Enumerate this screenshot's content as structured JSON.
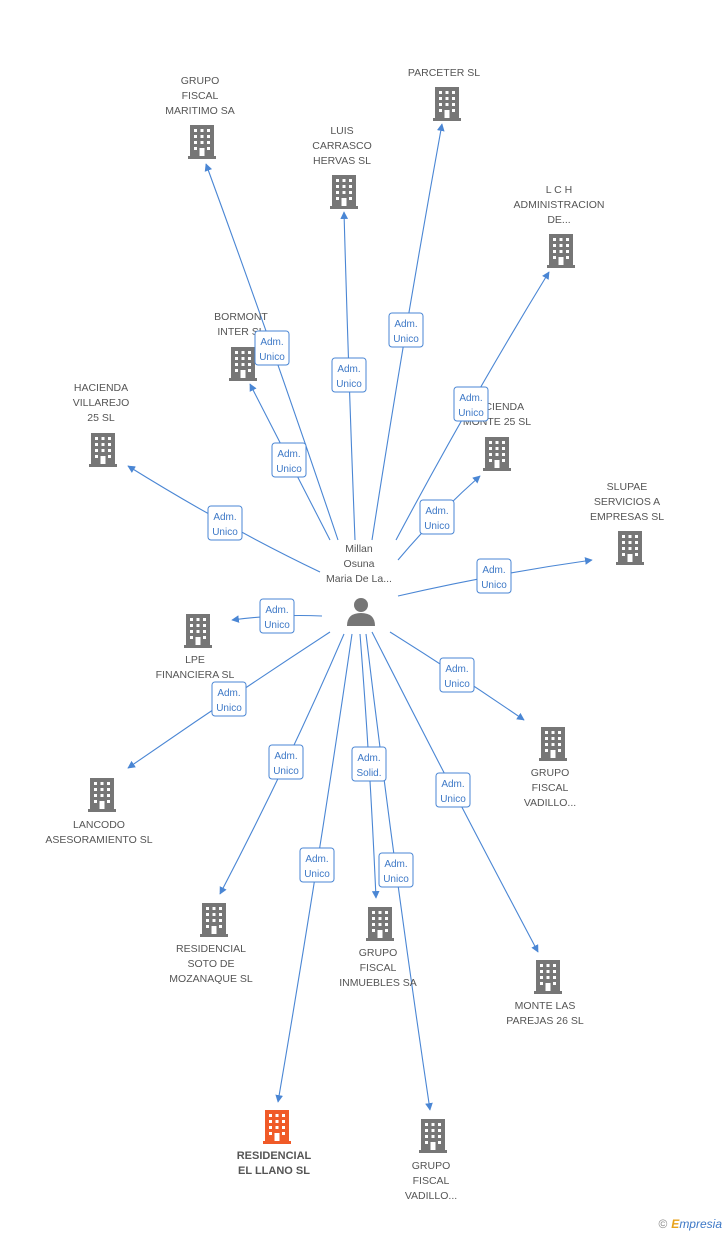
{
  "center": {
    "name_lines": [
      "Millan",
      "Osuna",
      "Maria De La..."
    ],
    "icon": "person-icon"
  },
  "colors": {
    "edge": "#4a86d4",
    "building": "#767676",
    "highlight": "#f05a28"
  },
  "nodes": [
    {
      "id": "grupo-fiscal-maritimo",
      "lines": [
        "GRUPO",
        "FISCAL",
        "MARITIMO SA"
      ],
      "highlight": false
    },
    {
      "id": "parceter",
      "lines": [
        "PARCETER SL"
      ],
      "highlight": false
    },
    {
      "id": "luis-carrasco",
      "lines": [
        "LUIS",
        "CARRASCO",
        "HERVAS SL"
      ],
      "highlight": false
    },
    {
      "id": "lch-administracion",
      "lines": [
        "L C H",
        "ADMINISTRACION",
        "DE..."
      ],
      "highlight": false
    },
    {
      "id": "bormont-inter",
      "lines": [
        "BORMONT",
        "INTER SL"
      ],
      "highlight": false
    },
    {
      "id": "hacienda-villarejo",
      "lines": [
        "HACIENDA",
        "VILLAREJO",
        "25 SL"
      ],
      "highlight": false
    },
    {
      "id": "hacienda-monte",
      "lines": [
        "HACIENDA",
        "MONTE 25 SL"
      ],
      "highlight": false
    },
    {
      "id": "slupae",
      "lines": [
        "SLUPAE",
        "SERVICIOS A",
        "EMPRESAS SL"
      ],
      "highlight": false
    },
    {
      "id": "lpe-financiera",
      "lines": [
        "LPE",
        "FINANCIERA SL"
      ],
      "highlight": false
    },
    {
      "id": "lancodo",
      "lines": [
        "LANCODO",
        "ASESORAMIENTO SL"
      ],
      "highlight": false
    },
    {
      "id": "grupo-fiscal-vadillo-1",
      "lines": [
        "GRUPO",
        "FISCAL",
        "VADILLO..."
      ],
      "highlight": false
    },
    {
      "id": "residencial-soto",
      "lines": [
        "RESIDENCIAL",
        "SOTO DE",
        "MOZANAQUE SL"
      ],
      "highlight": false
    },
    {
      "id": "grupo-fiscal-inmuebles",
      "lines": [
        "GRUPO",
        "FISCAL",
        "INMUEBLES SA"
      ],
      "highlight": false
    },
    {
      "id": "monte-las-parejas",
      "lines": [
        "MONTE LAS",
        "PAREJAS 26 SL"
      ],
      "highlight": false
    },
    {
      "id": "residencial-el-llano",
      "lines": [
        "RESIDENCIAL",
        "EL LLANO SL"
      ],
      "highlight": true
    },
    {
      "id": "grupo-fiscal-vadillo-2",
      "lines": [
        "GRUPO",
        "FISCAL",
        "VADILLO..."
      ],
      "highlight": false
    }
  ],
  "edges": [
    {
      "to": "grupo-fiscal-maritimo",
      "label": [
        "Adm.",
        "Unico"
      ]
    },
    {
      "to": "parceter",
      "label": [
        "Adm.",
        "Unico"
      ]
    },
    {
      "to": "luis-carrasco",
      "label": [
        "Adm.",
        "Unico"
      ]
    },
    {
      "to": "lch-administracion",
      "label": [
        "Adm.",
        "Unico"
      ]
    },
    {
      "to": "bormont-inter",
      "label": [
        "Adm.",
        "Unico"
      ]
    },
    {
      "to": "hacienda-villarejo",
      "label": [
        "Adm.",
        "Unico"
      ]
    },
    {
      "to": "hacienda-monte",
      "label": [
        "Adm.",
        "Unico"
      ]
    },
    {
      "to": "slupae",
      "label": [
        "Adm.",
        "Unico"
      ]
    },
    {
      "to": "lpe-financiera",
      "label": [
        "Adm.",
        "Unico"
      ]
    },
    {
      "to": "lancodo",
      "label": [
        "Adm.",
        "Unico"
      ]
    },
    {
      "to": "grupo-fiscal-vadillo-1",
      "label": [
        "Adm.",
        "Unico"
      ]
    },
    {
      "to": "residencial-soto",
      "label": [
        "Adm.",
        "Unico"
      ]
    },
    {
      "to": "grupo-fiscal-inmuebles",
      "label": [
        "Adm.",
        "Solid."
      ]
    },
    {
      "to": "monte-las-parejas",
      "label": [
        "Adm.",
        "Unico"
      ]
    },
    {
      "to": "residencial-el-llano",
      "label": [
        "Adm.",
        "Unico"
      ]
    },
    {
      "to": "grupo-fiscal-vadillo-2",
      "label": [
        "Adm.",
        "Unico"
      ]
    }
  ],
  "footer": {
    "copyright": "©",
    "brand_initial": "E",
    "brand_rest": "mpresia"
  }
}
